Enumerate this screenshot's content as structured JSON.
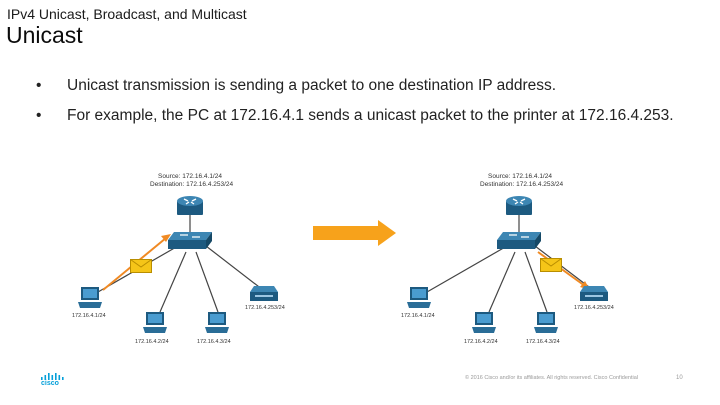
{
  "header": {
    "suptitle": "IPv4 Unicast, Broadcast, and Multicast",
    "title": "Unicast"
  },
  "bullets": [
    "Unicast transmission is sending a packet to one destination IP address.",
    "For example, the PC at 172.16.4.1 sends a unicast packet to the printer at 172.16.4.253."
  ],
  "bullet_char": "•",
  "diagram_left": {
    "source": "Source: 172.16.4.1/24",
    "destination": "Destination: 172.16.4.253/24",
    "pc1": "172.16.4.1/24",
    "pc2": "172.16.4.2/24",
    "pc3": "172.16.4.3/24",
    "printer": "172.16.4.253/24"
  },
  "diagram_right": {
    "source": "Source: 172.16.4.1/24",
    "destination": "Destination: 172.16.4.253/24",
    "pc1": "172.16.4.1/24",
    "pc2": "172.16.4.2/24",
    "pc3": "172.16.4.3/24",
    "printer": "172.16.4.253/24"
  },
  "footer": {
    "copyright": "© 2016 Cisco and/or its affiliates. All rights reserved. Cisco Confidential",
    "page": "10"
  },
  "logo_text": "cisco",
  "colors": {
    "device_blue": "#1d5a80",
    "link_gray": "#444444",
    "path_orange": "#f08a24",
    "envelope_yellow": "#f5c518",
    "big_arrow": "#f7a21b"
  }
}
